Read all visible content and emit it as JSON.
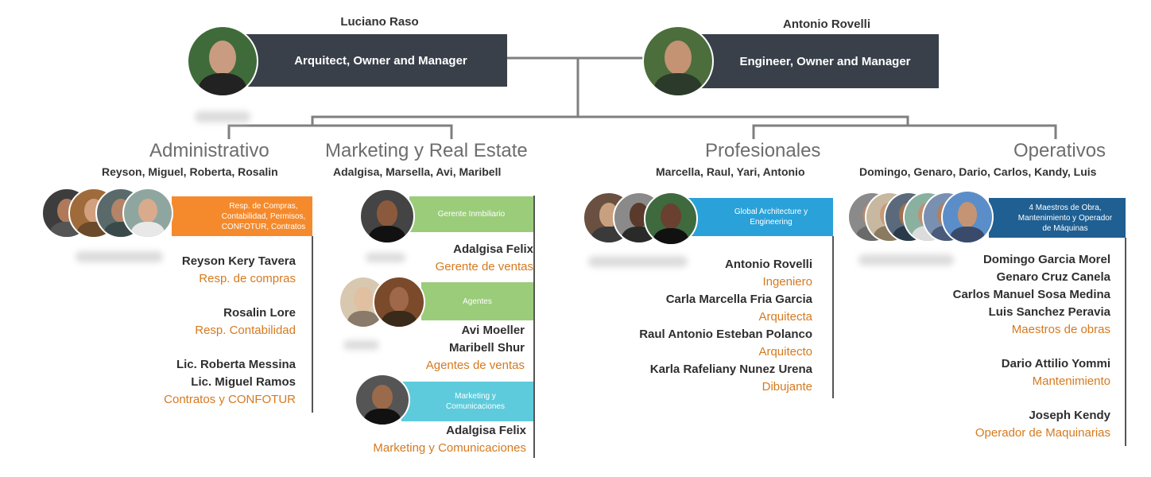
{
  "owners": [
    {
      "name": "Luciano Raso",
      "title": "Arquitect, Owner and Manager"
    },
    {
      "name": "Antonio Rovelli",
      "title": "Engineer, Owner and Manager"
    }
  ],
  "departments": {
    "administrativo": {
      "title": "Administrativo",
      "members": "Reyson, Miguel, Roberta, Rosalin",
      "banner": "Resp. de Compras, Contabilidad, Permisos, CONFOTUR, Contratos",
      "banner_color": "#f58a2c",
      "people": [
        {
          "name": "Reyson Kery Tavera",
          "role": "Resp. de compras"
        },
        {
          "name": "Rosalin Lore",
          "role": "Resp. Contabilidad"
        },
        {
          "name": "Lic. Roberta Messina",
          "name2": "Lic. Miguel Ramos",
          "role": "Contratos y CONFOTUR"
        }
      ]
    },
    "marketing": {
      "title": "Marketing y Real Estate",
      "members": "Adalgisa, Marsella, Avi, Maribell",
      "groups": [
        {
          "banner": "Gerente Inmbiliario",
          "banner_color": "#9bcc7a",
          "names": [
            "Adalgisa Felix"
          ],
          "role": "Gerente de ventas"
        },
        {
          "banner": "Agentes",
          "banner_color": "#9bcc7a",
          "names": [
            "Avi Moeller",
            "Maribell Shur"
          ],
          "role": "Agentes de ventas"
        },
        {
          "banner": "Marketing y Comunicaciones",
          "banner_color": "#5dcbdc",
          "names": [
            "Adalgisa Felix"
          ],
          "role": "Marketing y  Comunicaciones"
        }
      ]
    },
    "profesionales": {
      "title": "Profesionales",
      "members": "Marcella, Raul, Yari, Antonio",
      "banner": "Global Architecture y Engineering",
      "banner_color": "#2aa1d8",
      "people": [
        {
          "name": "Antonio Rovelli",
          "role": "Ingeniero"
        },
        {
          "name": "Carla Marcella Fria Garcia",
          "role": "Arquitecta"
        },
        {
          "name": "Raul Antonio Esteban Polanco",
          "role": "Arquitecto"
        },
        {
          "name": "Karla Rafeliany Nunez Urena",
          "role": "Dibujante"
        }
      ]
    },
    "operativos": {
      "title": "Operativos",
      "members": "Domingo, Genaro, Dario, Carlos, Kandy, Luis",
      "banner": "4 Maestros de Obra, Mantenimiento y Operador de Máquinas",
      "banner_color": "#1f5f92",
      "names": [
        "Domingo Garcia Morel",
        "Genaro Cruz Canela",
        "Carlos Manuel Sosa Medina",
        "Luis Sanchez Peravia"
      ],
      "role1": "Maestros de obras",
      "name5": "Dario Attilio Yommi",
      "role2": "Mantenimiento",
      "name6": "Joseph Kendy",
      "role3": "Operador de Maquinarias"
    }
  },
  "colors": {
    "owner_box": "#39404a",
    "dept_title": "#6d6d6d",
    "role": "#d57a1f",
    "connector": "#7f7f7f"
  }
}
